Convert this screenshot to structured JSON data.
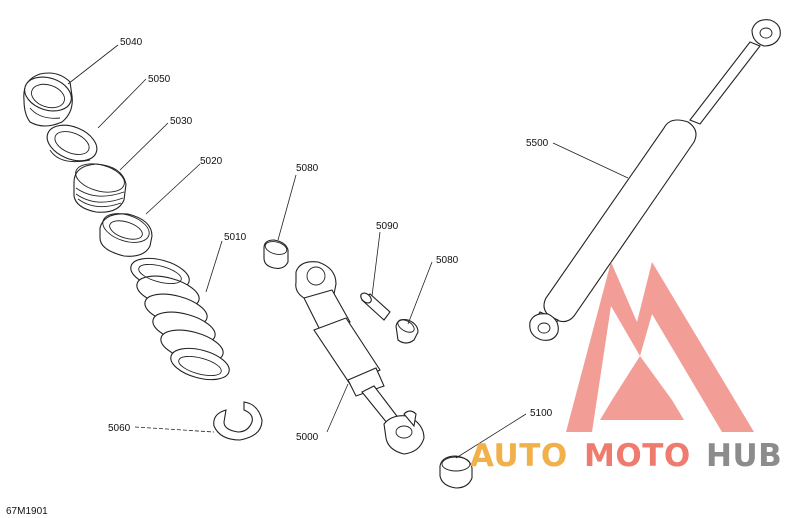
{
  "diagram": {
    "drawing_code": "67M1901",
    "callouts": [
      "5040",
      "5050",
      "5030",
      "5020",
      "5010",
      "5060",
      "5080",
      "5090",
      "5080",
      "5000",
      "5100",
      "5500"
    ]
  },
  "watermark": {
    "parts": [
      "AUTO",
      "MOTO",
      "HUB"
    ],
    "colors": {
      "auto": "#f2b04a",
      "moto": "#ef7b6f",
      "hub": "#8c8c8c",
      "logo": "#f08c84"
    }
  }
}
